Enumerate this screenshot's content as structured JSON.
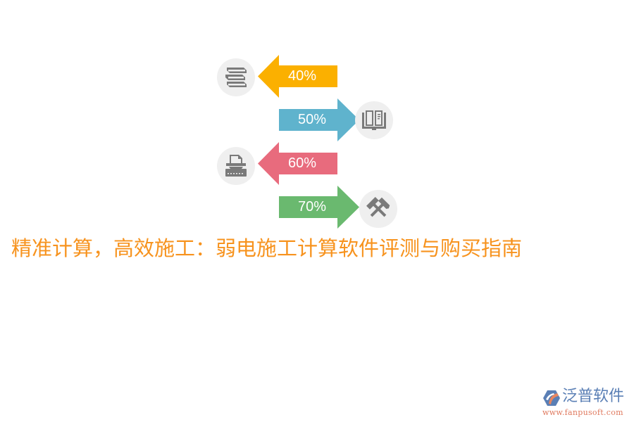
{
  "infographic": {
    "items": [
      {
        "label": "40%",
        "direction": "left",
        "color": "#fbb000",
        "icon": "books-icon"
      },
      {
        "label": "50%",
        "direction": "right",
        "color": "#5fb3cd",
        "icon": "open-book-icon"
      },
      {
        "label": "60%",
        "direction": "left",
        "color": "#e86b7d",
        "icon": "typewriter-icon"
      },
      {
        "label": "70%",
        "direction": "right",
        "color": "#6ab96f",
        "icon": "hammers-icon"
      }
    ],
    "icon_color": "#7a7a7a",
    "circle_color": "#efefef"
  },
  "headline": {
    "text": "精准计算，高效施工：弱电施工计算软件评测与购买指南",
    "color": "#f7931e"
  },
  "logo": {
    "name": "泛普软件",
    "url": "www.fanpusoft.com"
  }
}
